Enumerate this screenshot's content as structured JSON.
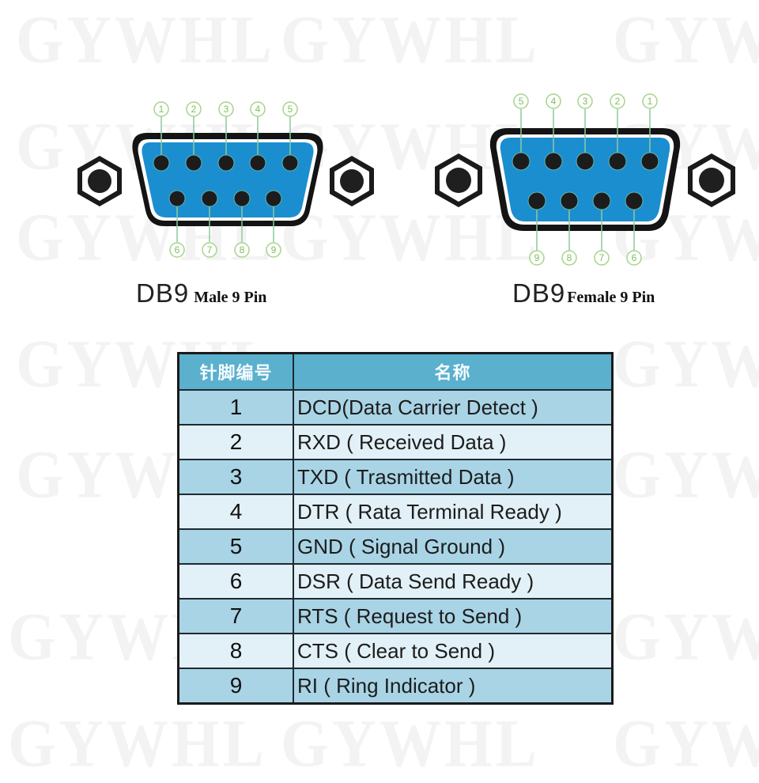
{
  "watermark": {
    "text": "GYWHL"
  },
  "connectors": [
    {
      "id": "male",
      "caption_prefix": "DB9",
      "caption_suffix": "Male  9 Pin",
      "top_pins": [
        "1",
        "2",
        "3",
        "4",
        "5"
      ],
      "bottom_pins": [
        "6",
        "7",
        "8",
        "9"
      ]
    },
    {
      "id": "female",
      "caption_prefix": "DB9",
      "caption_suffix": "Female 9 Pin",
      "top_pins": [
        "5",
        "4",
        "3",
        "2",
        "1"
      ],
      "bottom_pins": [
        "9",
        "8",
        "7",
        "6"
      ]
    }
  ],
  "colors": {
    "connector_fill": "#1b8ed0",
    "connector_border": "#111111",
    "pin": "#1c1c1c",
    "pin_label": "#8cc970",
    "leader_line": "#8cc9a0",
    "table_header": "#5bb0cd",
    "row_dark": "#a9d4e6",
    "row_light": "#e2f0f7"
  },
  "table": {
    "headers": [
      "针脚编号",
      "名称"
    ],
    "rows": [
      {
        "pin": "1",
        "name": "DCD(Data Carrier Detect )"
      },
      {
        "pin": "2",
        "name": "RXD ( Received Data )"
      },
      {
        "pin": "3",
        "name": "TXD ( Trasmitted Data )"
      },
      {
        "pin": "4",
        "name": "DTR ( Rata Terminal Ready )"
      },
      {
        "pin": "5",
        "name": "GND ( Signal Ground )"
      },
      {
        "pin": "6",
        "name": "DSR ( Data Send Ready )"
      },
      {
        "pin": "7",
        "name": "RTS ( Request to Send )"
      },
      {
        "pin": "8",
        "name": "CTS ( Clear to Send )"
      },
      {
        "pin": "9",
        "name": "RI ( Ring Indicator )"
      }
    ]
  }
}
